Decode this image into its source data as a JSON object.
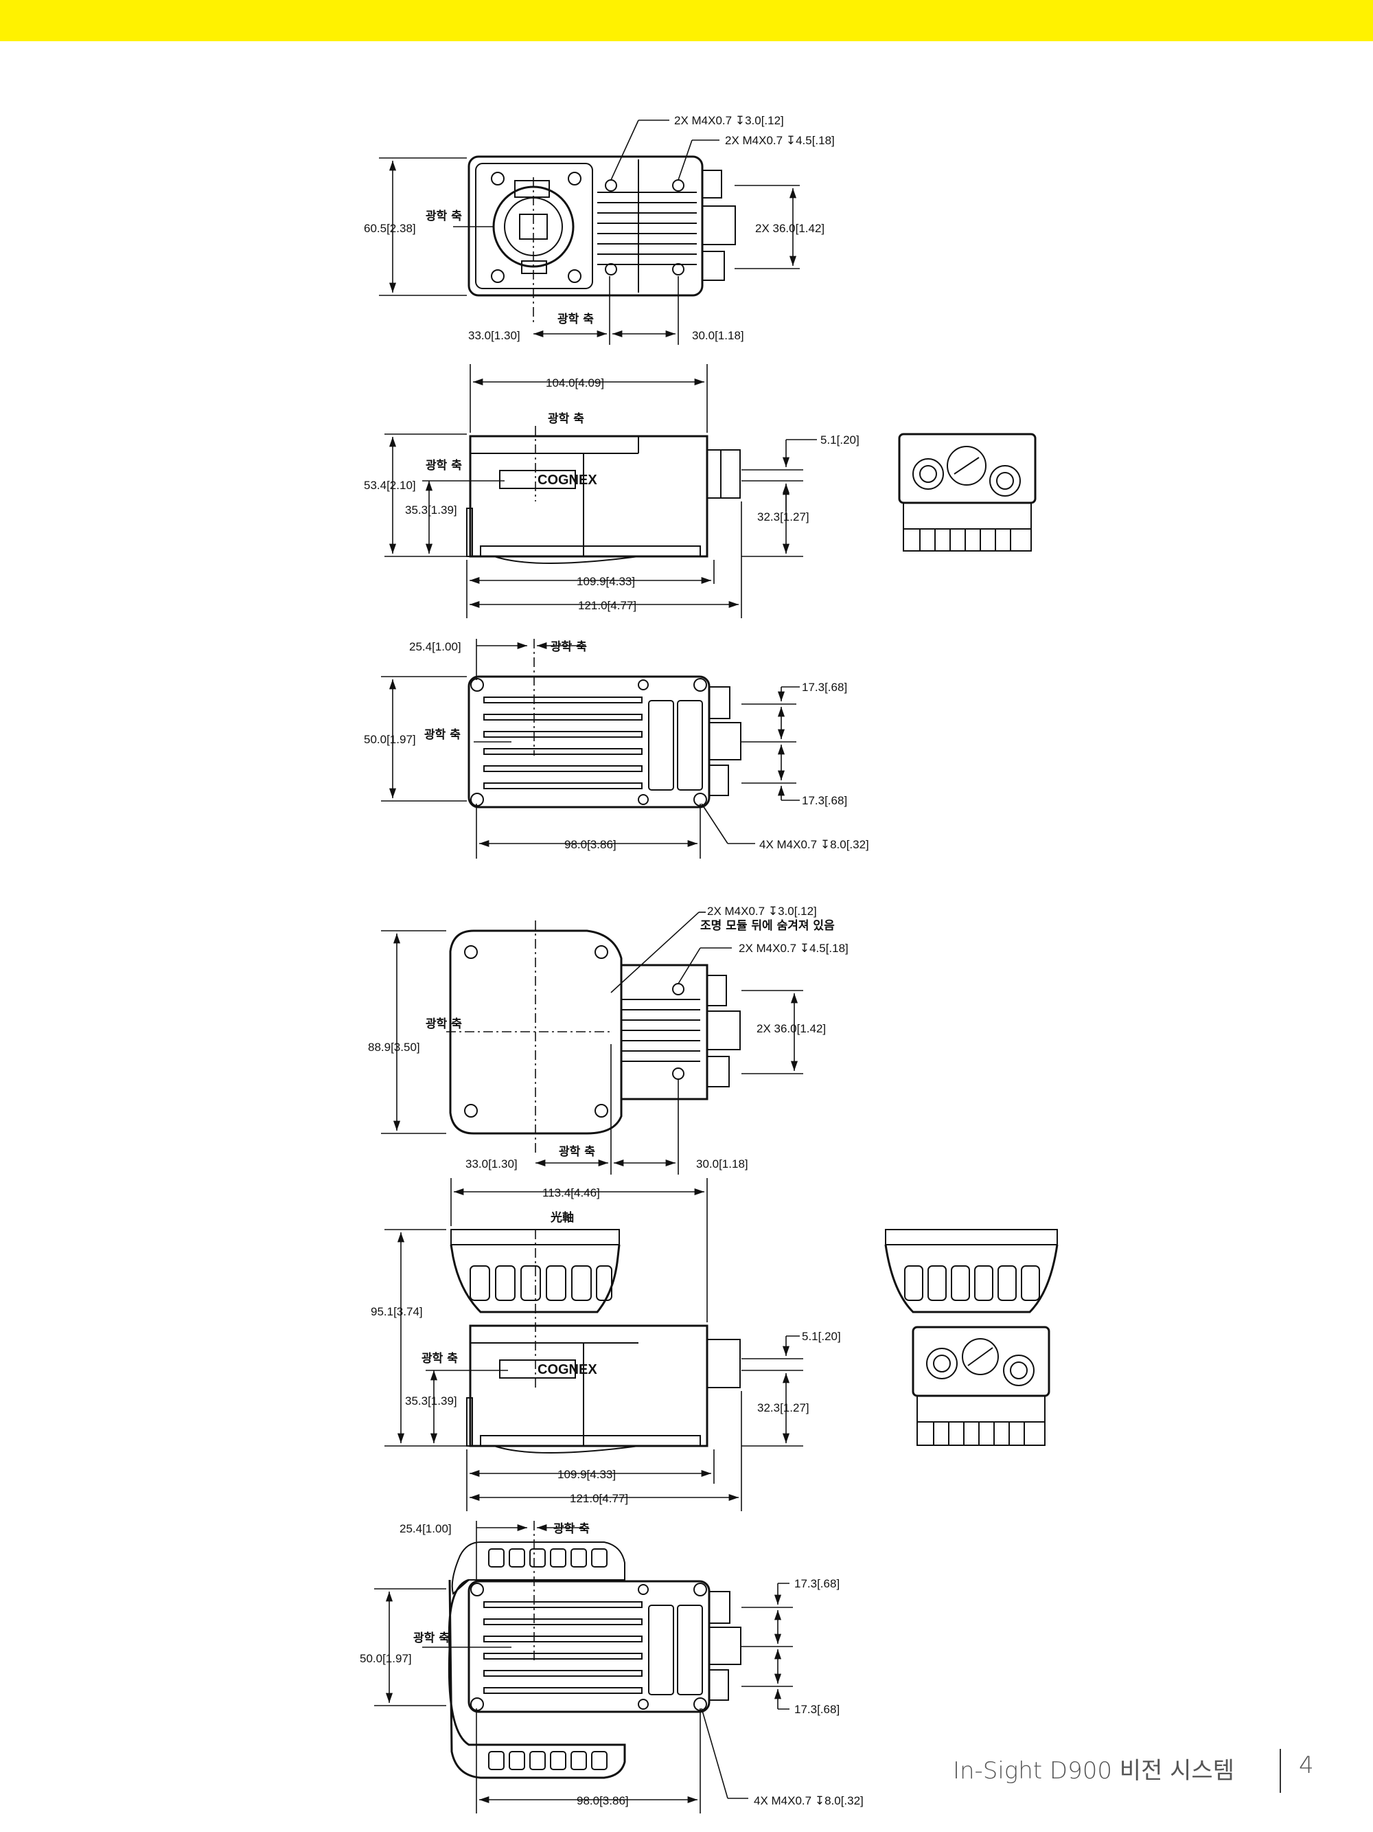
{
  "page": {
    "accent_color": "#fff200",
    "footer_title": "In-Sight D900 비전 시스템",
    "page_number": "4"
  },
  "labels": {
    "optical_axis": "광학 축",
    "optical_axis_jp": "光軸",
    "logo": "COGNEX",
    "hidden_note": "조명 모듈 뒤에 숨겨져 있음"
  },
  "view1": {
    "hole_a": "2X M4X0.7 ↧3.0[.12]",
    "hole_b": "2X M4X0.7 ↧4.5[.18]",
    "height": "60.5[2.38]",
    "pitch": "2X 36.0[1.42]",
    "axis_x": "33.0[1.30]",
    "hole_x": "30.0[1.18]"
  },
  "view2": {
    "width_top": "104.0[4.09]",
    "height": "53.4[2.10]",
    "axis_h": "35.3[1.39]",
    "conn_offset": "5.1[.20]",
    "conn_h": "32.3[1.27]",
    "len_a": "109.9[4.33]",
    "len_b": "121.0[4.77]"
  },
  "view3": {
    "axis_x": "25.4[1.00]",
    "height": "50.0[1.97]",
    "conn_top": "17.3[.68]",
    "conn_bottom": "17.3[.68]",
    "length": "98.0[3.86]",
    "holes": "4X M4X0.7 ↧8.0[.32]"
  },
  "view4": {
    "hole_a": "2X M4X0.7 ↧3.0[.12]",
    "hole_b": "2X M4X0.7 ↧4.5[.18]",
    "height": "88.9[3.50]",
    "pitch": "2X 36.0[1.42]",
    "axis_x": "33.0[1.30]",
    "hole_x": "30.0[1.18]"
  },
  "view5": {
    "width_top": "113.4[4.46]",
    "height": "95.1[3.74]",
    "axis_h": "35.3[1.39]",
    "conn_offset": "5.1[.20]",
    "conn_h": "32.3[1.27]",
    "len_a": "109.9[4.33]",
    "len_b": "121.0[4.77]"
  },
  "view6": {
    "axis_x": "25.4[1.00]",
    "height": "50.0[1.97]",
    "conn_top": "17.3[.68]",
    "conn_bottom": "17.3[.68]",
    "length": "98.0[3.86]",
    "holes": "4X M4X0.7 ↧8.0[.32]"
  }
}
